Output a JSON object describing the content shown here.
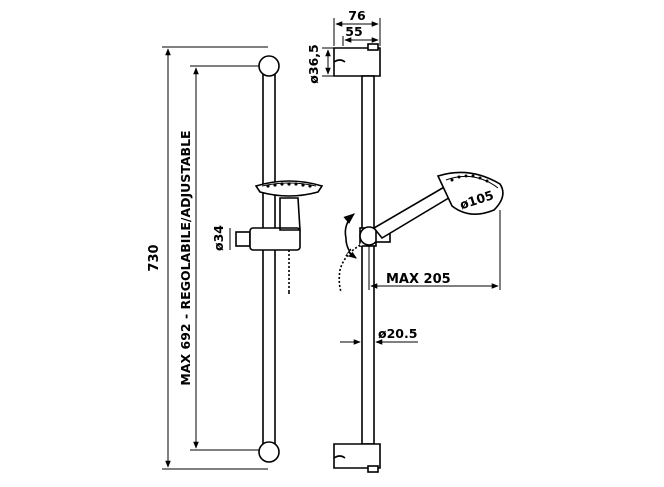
{
  "dimensions": {
    "overall_height": "730",
    "adjustable_range": "MAX 692 - REGOLABILE/ADJUSTABLE",
    "handle_diameter": "ø34",
    "bracket_width": "76",
    "bracket_depth": "55",
    "bracket_diameter": "ø36,5",
    "shower_head_diameter": "ø105",
    "max_reach": "MAX 205",
    "bar_diameter": "ø20.5"
  }
}
